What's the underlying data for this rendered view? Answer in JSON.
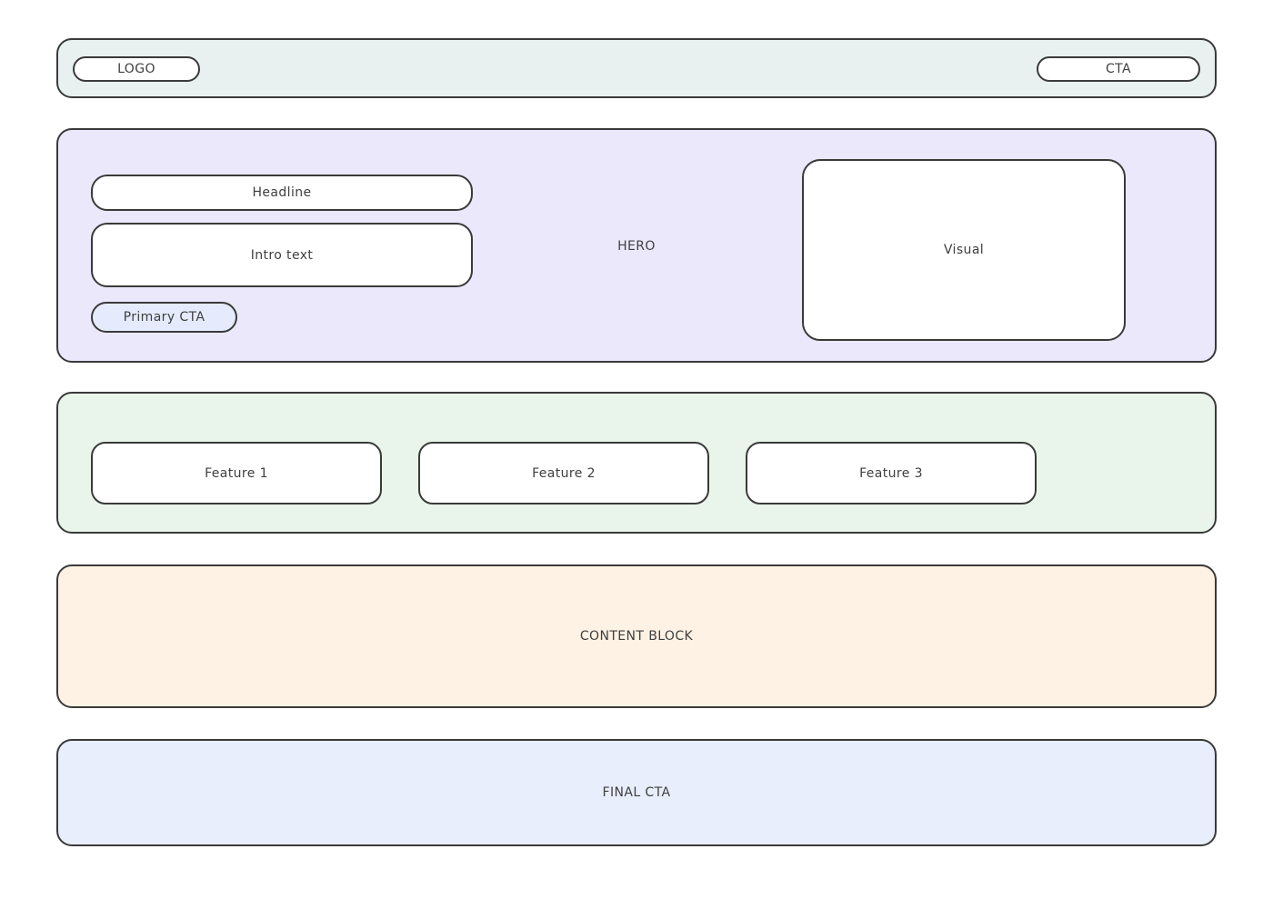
{
  "colors": {
    "border": "#3a3a3a",
    "text": "#3f3f3f",
    "topbar_bg": "#e9f1f0",
    "hero_bg": "#eae8fa",
    "primary_cta_bg": "#e5ebfc",
    "features_bg": "#e9f4eb",
    "content_bg": "#fdf2e3",
    "final_bg": "#e8eefc",
    "card_bg": "#ffffff"
  },
  "topbar": {
    "logo_label": "LOGO",
    "cta_label": "CTA"
  },
  "hero": {
    "label": "HERO",
    "headline_label": "Headline",
    "intro_label": "Intro text",
    "primary_cta_label": "Primary CTA",
    "visual_label": "Visual"
  },
  "features": {
    "items": [
      {
        "label": "Feature 1"
      },
      {
        "label": "Feature 2"
      },
      {
        "label": "Feature 3"
      }
    ]
  },
  "content_block": {
    "label": "CONTENT BLOCK"
  },
  "final_cta": {
    "label": "FINAL CTA"
  }
}
